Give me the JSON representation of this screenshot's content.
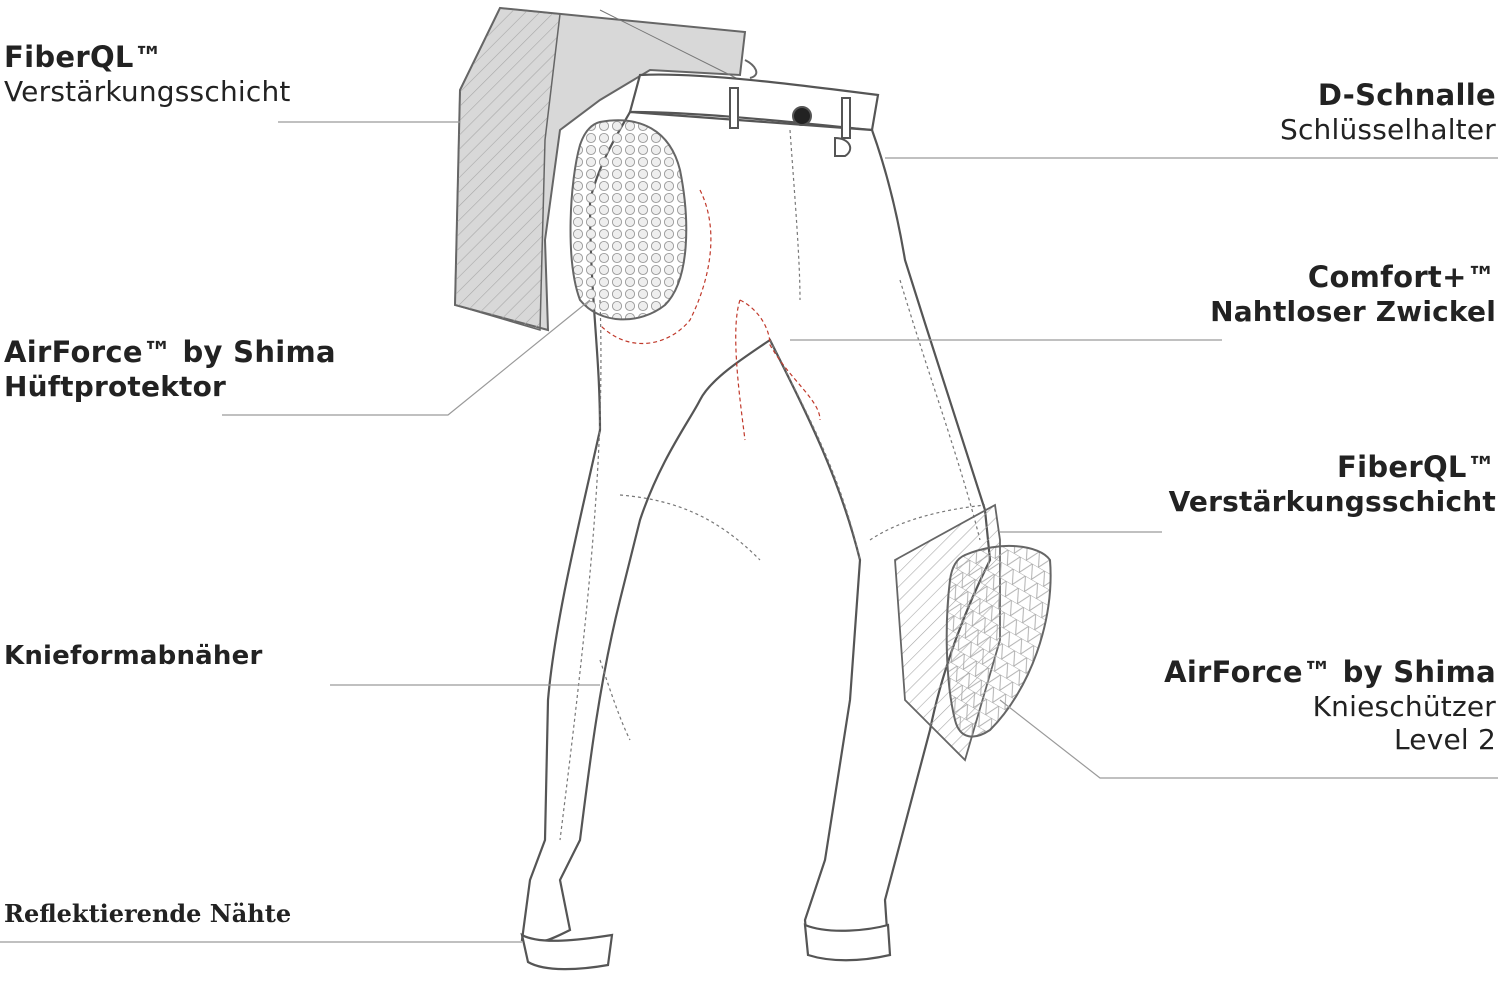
{
  "labels": {
    "fiberql_top": {
      "title": "FiberQL™",
      "sub": "Verstärkungsschicht"
    },
    "dschnalle": {
      "title": "D-Schnalle",
      "sub": "Schlüsselhalter"
    },
    "comfort": {
      "title": "Comfort+™",
      "sub": "Nahtloser Zwickel"
    },
    "airforce_hip": {
      "title": "AirForce™ by Shima",
      "sub": "Hüftprotektor"
    },
    "fiberql_knee": {
      "title": "FiberQL™",
      "sub": "Verstärkungsschicht"
    },
    "knieform": {
      "title": "Knieformabnäher"
    },
    "airforce_knee": {
      "title": "AirForce™ by Shima",
      "sub": "Knieschützer",
      "sub2": "Level 2"
    },
    "reflective": {
      "title": "Reflektierende Nähte"
    }
  },
  "colors": {
    "line": "#555555",
    "leader": "#9a9a9a",
    "panel": "#d9d9d9",
    "hatch": "#9c9c9c",
    "stitch_red": "#c0392b"
  }
}
